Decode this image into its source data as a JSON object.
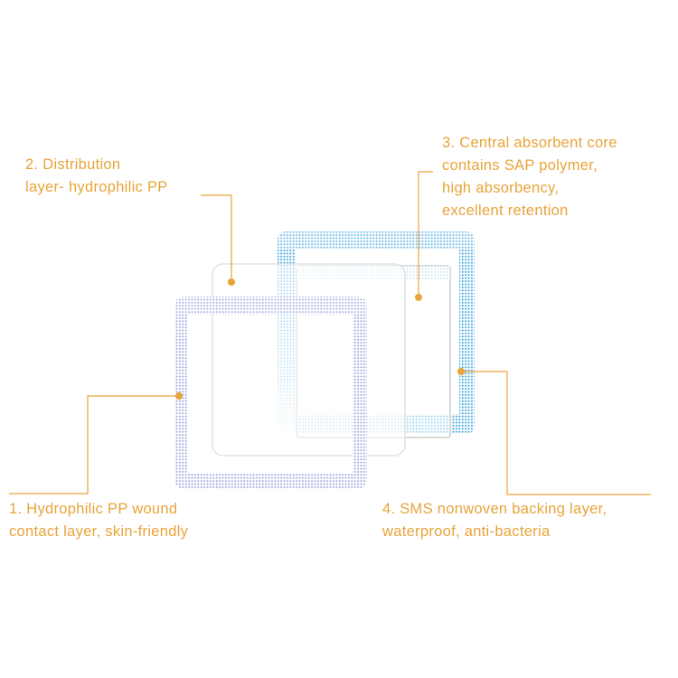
{
  "colors": {
    "accent": "#e8a43a",
    "wound_contact_layer": "#a9aee2",
    "backing_layer": "#5ab8e6",
    "absorbent_core": "#dcdcdc"
  },
  "layers": [
    {
      "number": 1,
      "lines": [
        "1. Hydrophilic PP wound",
        "contact layer, skin-friendly"
      ]
    },
    {
      "number": 2,
      "lines": [
        "2. Distribution",
        "layer- hydrophilic PP"
      ]
    },
    {
      "number": 3,
      "lines": [
        "3. Central absorbent core",
        "contains SAP polymer,",
        "high absorbency,",
        "excellent retention"
      ]
    },
    {
      "number": 4,
      "lines": [
        "4. SMS nonwoven backing layer,",
        "waterproof, anti-bacteria"
      ]
    }
  ]
}
